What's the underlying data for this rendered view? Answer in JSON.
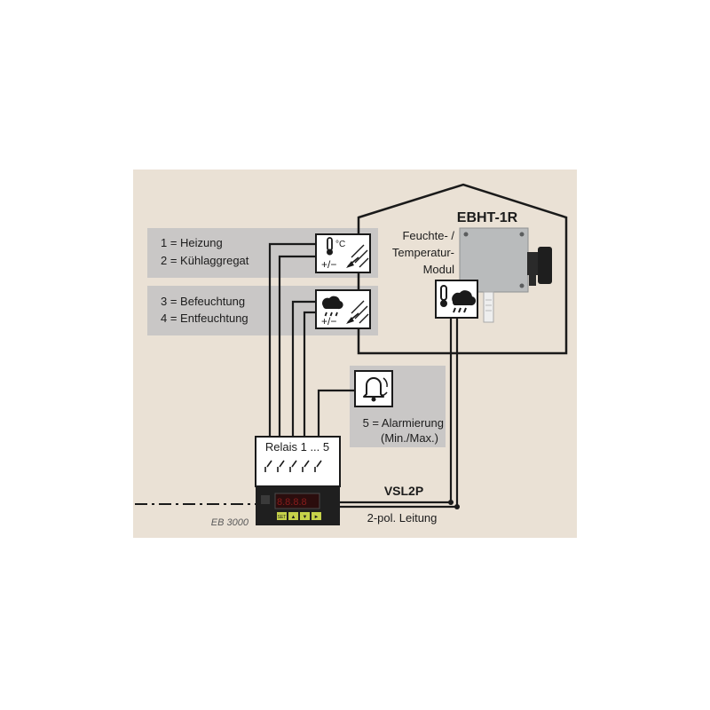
{
  "house": {
    "title": "EBHT-1R"
  },
  "sensor_module": {
    "label_line1": "Feuchte- /",
    "label_line2": "Temperatur-",
    "label_line3": "Modul"
  },
  "relay_groups": [
    {
      "line1": "1 = Heizung",
      "line2": "2 = Kühlaggregat",
      "icon_sign": "+/−",
      "unit": "°C"
    },
    {
      "line1": "3 = Befeuchtung",
      "line2": "4 = Entfeuchtung",
      "icon_sign": "+/−"
    }
  ],
  "alarm": {
    "line1": "5 = Alarmierung",
    "line2": "(Min./Max.)"
  },
  "controller": {
    "relays_label": "Relais 1 ... 5",
    "device_name": "EB 3000",
    "buttons": [
      "SET",
      "▲",
      "▼",
      "►"
    ]
  },
  "bus": {
    "name": "VSL2P",
    "cable": "2-pol. Leitung"
  },
  "colors": {
    "background": "#eae1d5",
    "panel": "#c9c7c6",
    "line": "#1a1a1a"
  }
}
